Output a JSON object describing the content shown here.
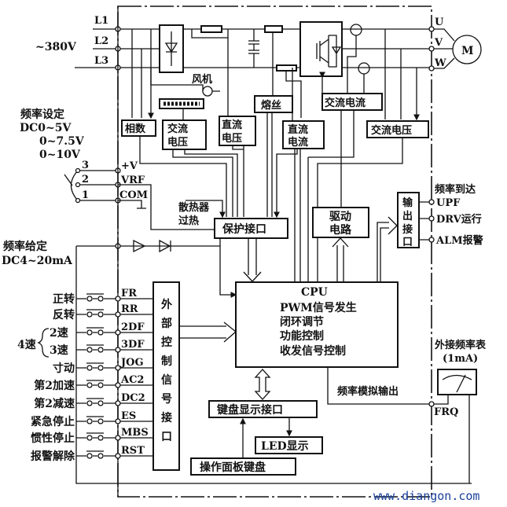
{
  "supply": {
    "L1": "L1",
    "L2": "L2",
    "L3": "L3",
    "voltage": "~380V"
  },
  "outputs": {
    "U": "U",
    "V": "V",
    "W": "W",
    "motor": "M"
  },
  "power_section": {
    "fan": "风机"
  },
  "sense_blocks": {
    "phase": "相数",
    "ac_voltage_in_1": "交流",
    "ac_voltage_in_2": "电压",
    "dc_voltage_1": "直流",
    "dc_voltage_2": "电压",
    "fuse": "熔丝",
    "dc_current_1": "直流",
    "dc_current_2": "电流",
    "ac_current": "交流电流",
    "ac_voltage_out": "交流电压"
  },
  "freq_setting": {
    "title": "频率设定",
    "range1": "DC0~5V",
    "range2": "0~7.5V",
    "range3": "0~10V",
    "pot_pins": [
      "3",
      "2",
      "1"
    ]
  },
  "analog_terminals": [
    "+V",
    "VRF",
    "COM"
  ],
  "heatsink": {
    "line1": "散热器",
    "line2": "过热"
  },
  "protect_interface": "保护接口",
  "drive_circuit": {
    "line1": "驱动",
    "line2": "电路"
  },
  "output_interface": [
    "输",
    "出",
    "接",
    "口"
  ],
  "output_signals": {
    "freq_reached": "频率到达",
    "upf": "UPF",
    "drv": "DRV运行",
    "alm": "ALM报警"
  },
  "freq_given": {
    "title": "频率给定",
    "range": "DC4~20mA"
  },
  "inputs": [
    {
      "label": "正转",
      "terminal": "FR"
    },
    {
      "label": "反转",
      "terminal": "RR"
    },
    {
      "label": "2速",
      "terminal": "2DF"
    },
    {
      "label": "3速",
      "terminal": "3DF"
    },
    {
      "label": "寸动",
      "terminal": "JOG"
    },
    {
      "label": "第2加速",
      "terminal": "AC2"
    },
    {
      "label": "第2减速",
      "terminal": "DC2"
    },
    {
      "label": "紧急停止",
      "terminal": "ES"
    },
    {
      "label": "惯性停止",
      "terminal": "MBS"
    },
    {
      "label": "报警解除",
      "terminal": "RST"
    }
  ],
  "speed_group": "4速",
  "ext_interface": [
    "外",
    "部",
    "控",
    "制",
    "信",
    "号",
    "接",
    "口"
  ],
  "cpu": {
    "title": "CPU",
    "functions": [
      "PWM信号发生",
      "闭环调节",
      "功能控制",
      "收发信号控制"
    ]
  },
  "meter": {
    "title": "外接频率表",
    "spec": "(1mA)"
  },
  "analog_out": "频率模拟输出",
  "frq": "FRQ",
  "keypad_interface": "键盘显示接口",
  "led": "LED显示",
  "panel_keypad": "操作面板键盘",
  "watermark": "www.diangon.com"
}
